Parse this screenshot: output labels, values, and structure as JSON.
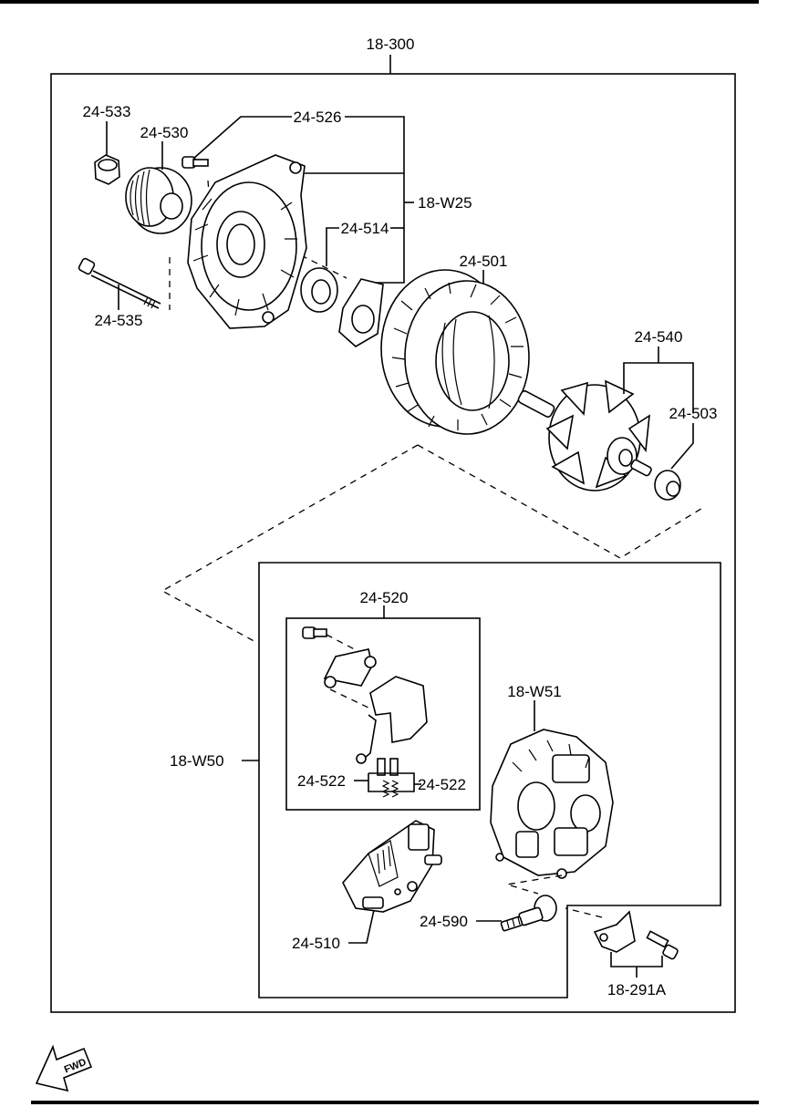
{
  "labels": {
    "assembly": "18-300",
    "lock_nut": "24-533",
    "pulley": "24-530",
    "bolt_front": "24-526",
    "kit_front": "18-W25",
    "bearing_front": "24-514",
    "stator": "24-501",
    "long_bolt": "24-535",
    "rotor": "24-540",
    "bearing_rear": "24-503",
    "brush_holder": "24-520",
    "brush_left": "24-522",
    "brush_right": "24-522",
    "rear_kit": "18-W50",
    "rear_bracket": "18-W51",
    "rectifier": "24-510",
    "terminal": "24-590",
    "stay": "18-291A",
    "fwd": "FWD"
  },
  "icons": {
    "fwd_arrow": "fwd-arrow-icon"
  }
}
